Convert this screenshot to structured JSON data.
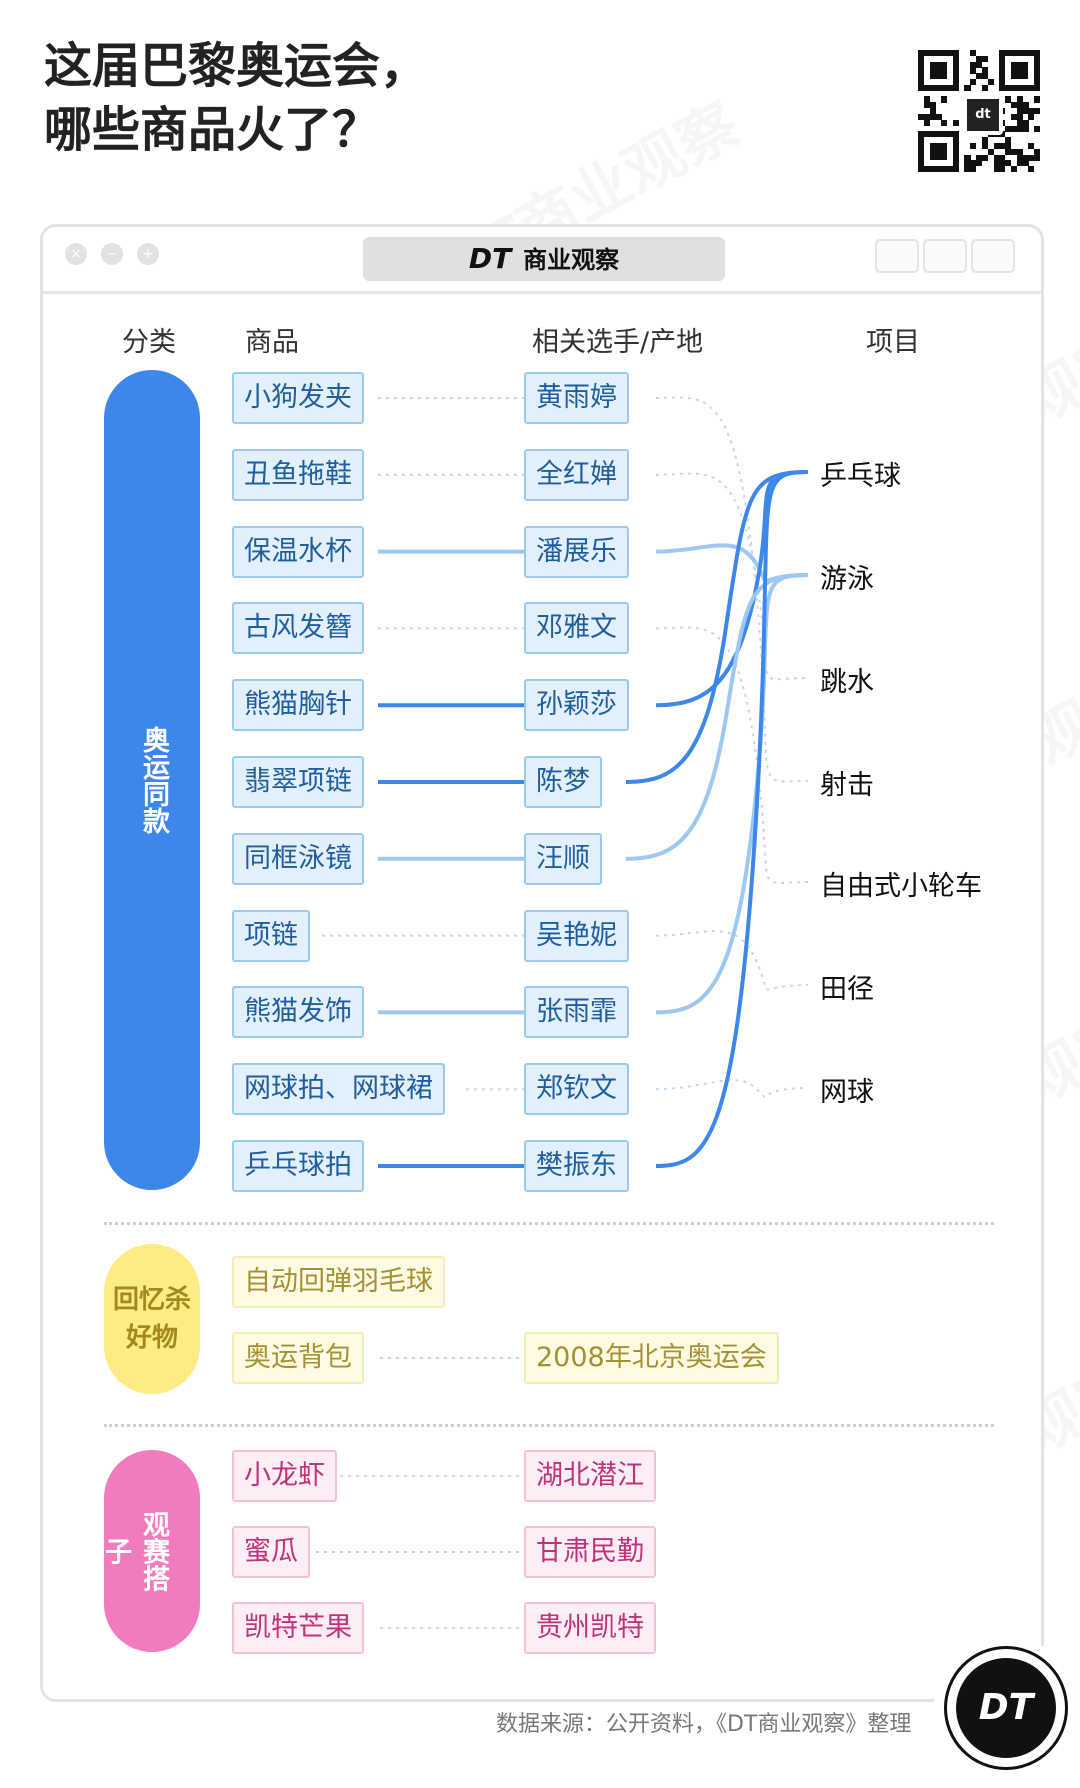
{
  "title": {
    "line1": "这届巴黎奥运会，",
    "line2": "哪些商品火了？"
  },
  "window": {
    "title": "商业观察",
    "brand": "DT"
  },
  "headers": {
    "category": "分类",
    "product": "商品",
    "player": "相关选手/产地",
    "event": "项目"
  },
  "categories": [
    {
      "label": "奥运同款",
      "color": "#3d87ea",
      "text_color": "#ffffff"
    },
    {
      "label_line1": "回忆杀",
      "label_line2": "好物",
      "color": "#fdec83",
      "text_color": "#a4891c"
    },
    {
      "label": "观赛搭子",
      "color": "#f07bbd",
      "text_color": "#ffffff"
    }
  ],
  "olympic_rows": [
    {
      "product": "小狗发夹",
      "player": "黄雨婷"
    },
    {
      "product": "丑鱼拖鞋",
      "player": "全红婵"
    },
    {
      "product": "保温水杯",
      "player": "潘展乐"
    },
    {
      "product": "古风发簪",
      "player": "邓雅文"
    },
    {
      "product": "熊猫胸针",
      "player": "孙颖莎"
    },
    {
      "product": "翡翠项链",
      "player": "陈梦"
    },
    {
      "product": "同框泳镜",
      "player": "汪顺"
    },
    {
      "product": "项链",
      "player": "吴艳妮"
    },
    {
      "product": "熊猫发饰",
      "player": "张雨霏"
    },
    {
      "product": "网球拍、网球裙",
      "player": "郑钦文"
    },
    {
      "product": "乒乓球拍",
      "player": "樊振东"
    }
  ],
  "events": [
    "乒乓球",
    "游泳",
    "跳水",
    "射击",
    "自由式小轮车",
    "田径",
    "网球"
  ],
  "memory_rows": [
    {
      "product": "自动回弹羽毛球",
      "origin": ""
    },
    {
      "product": "奥运背包",
      "origin": "2008年北京奥运会"
    }
  ],
  "snack_rows": [
    {
      "product": "小龙虾",
      "origin": "湖北潜江"
    },
    {
      "product": "蜜瓜",
      "origin": "甘肃民勤"
    },
    {
      "product": "凯特芒果",
      "origin": "贵州凯特"
    }
  ],
  "source": "数据来源：公开资料，《DT商业观察》整理",
  "logo_text": "DT",
  "colors": {
    "blue_strong": "#3d87ea",
    "blue_light": "#9cc8f2",
    "dotted": "#c5d8e8",
    "yellow": "#fdec83",
    "pink": "#f07bbd"
  }
}
